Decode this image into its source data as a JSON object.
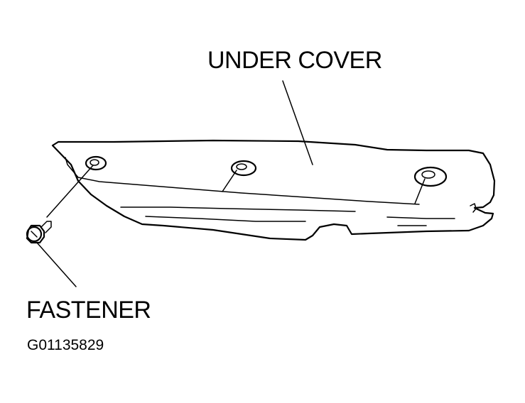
{
  "labels": {
    "under_cover": "UNDER COVER",
    "fastener": "FASTENER",
    "figure_id": "G01135829"
  },
  "colors": {
    "ink": "#000000",
    "background": "#ffffff"
  }
}
